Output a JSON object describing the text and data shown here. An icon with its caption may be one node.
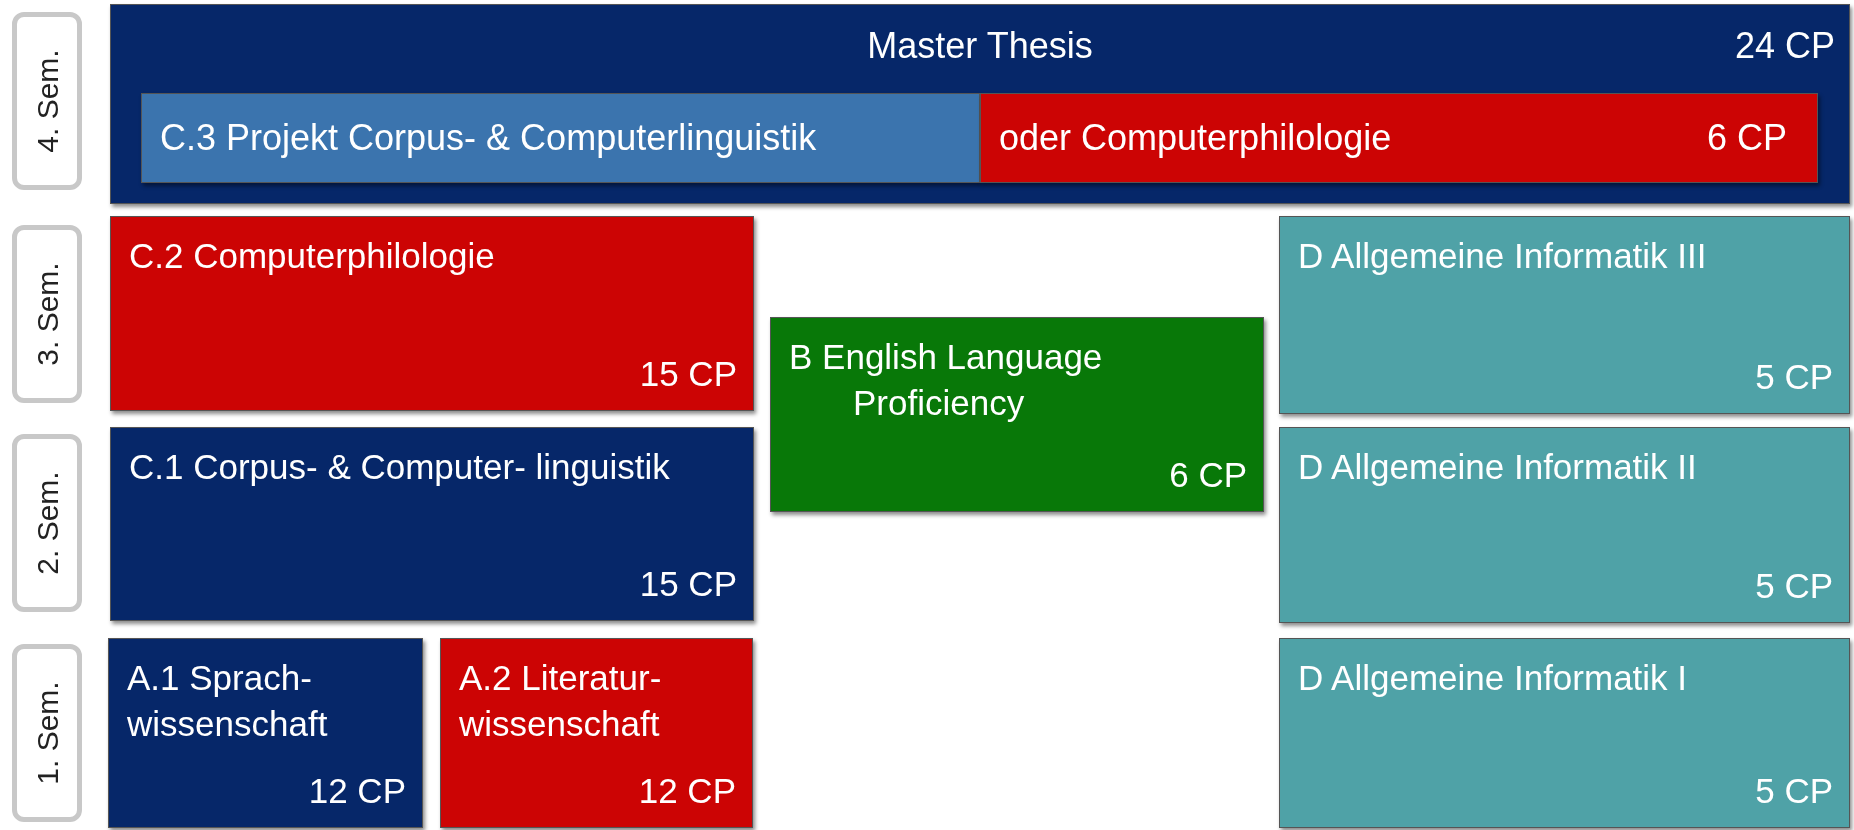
{
  "diagram": {
    "nodes": [
      {
        "text": [
          "4. Sem."
        ]
      },
      {
        "text": [
          "3. Sem."
        ]
      },
      {
        "text": [
          "2. Sem."
        ]
      },
      {
        "text": [
          "1. Sem."
        ]
      },
      {
        "text": [
          "Master Thesis",
          "24 CP"
        ]
      },
      {
        "text": [
          "C.3 Projekt Corpus- & Computerlinguistik"
        ],
        "in": 4
      },
      {
        "text": [
          "oder Computerphilologie",
          "6 CP"
        ],
        "in": 4
      },
      {
        "text": [
          "C.2 Computerphilologie",
          "15 CP"
        ]
      },
      {
        "text": [
          "B English Language Proficiency",
          "6 CP"
        ]
      },
      {
        "text": [
          "D Allgemeine Informatik III",
          "5 CP"
        ]
      },
      {
        "text": [
          "C.1 Corpus- & Computer- linguistik",
          "15 CP"
        ]
      },
      {
        "text": [
          "D Allgemeine Informatik II",
          "5 CP"
        ]
      },
      {
        "text": [
          "A.1 Sprach- wissenschaft",
          "12 CP"
        ]
      },
      {
        "text": [
          "A.2 Literatur- wissenschaft",
          "12 CP"
        ]
      },
      {
        "text": [
          "D Allgemeine Informatik I",
          "5 CP"
        ]
      }
    ]
  }
}
